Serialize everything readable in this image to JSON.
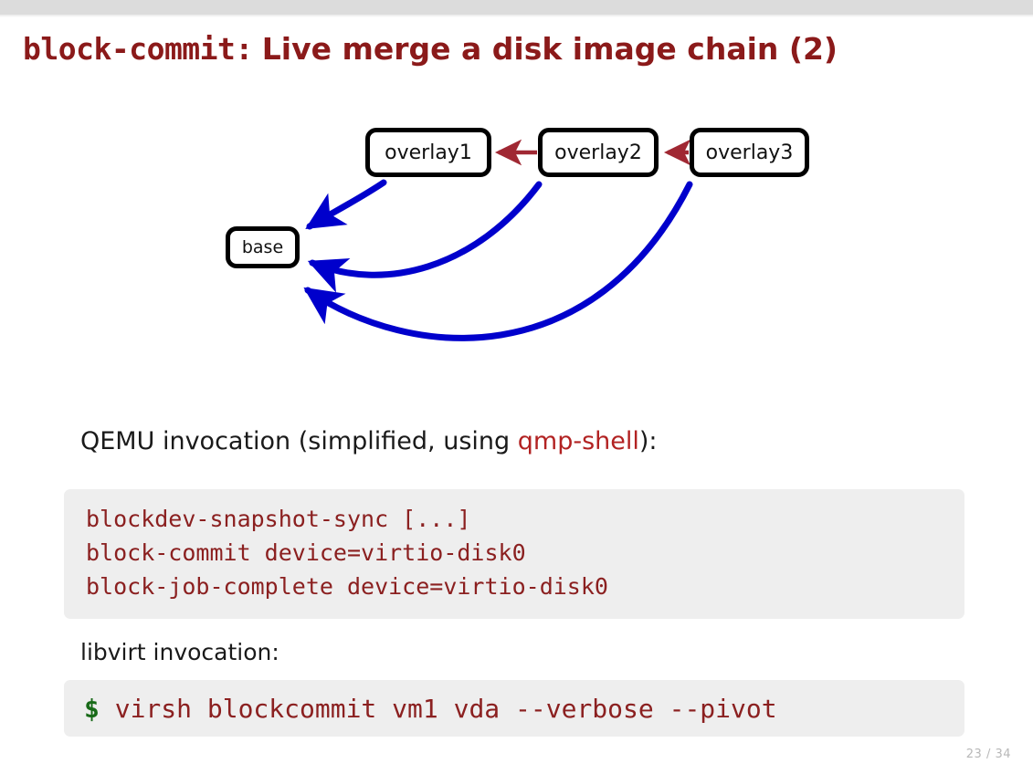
{
  "slide": {
    "title_mono": "block-commit:",
    "title_rest": "Live merge a disk image chain (2)",
    "title_color": "#8b1a1a",
    "page_number": "23 / 34"
  },
  "diagram": {
    "nodes": [
      {
        "id": "overlay1",
        "label": "overlay1"
      },
      {
        "id": "overlay2",
        "label": "overlay2"
      },
      {
        "id": "overlay3",
        "label": "overlay3"
      },
      {
        "id": "base",
        "label": "base"
      }
    ],
    "backing_arrow_color": "#a02833",
    "commit_arrow_color": "#0000cc",
    "backing_edges": [
      {
        "from": "overlay2",
        "to": "overlay1"
      },
      {
        "from": "overlay3",
        "to": "overlay2"
      }
    ],
    "commit_edges": [
      {
        "from": "overlay1",
        "to": "base"
      },
      {
        "from": "overlay2",
        "to": "base"
      },
      {
        "from": "overlay3",
        "to": "base"
      }
    ]
  },
  "qemu": {
    "caption_prefix": "QEMU invocation (simplified, using ",
    "caption_code": "qmp-shell",
    "caption_suffix": "):",
    "code_lines": [
      "blockdev-snapshot-sync [...]",
      "block-commit device=virtio-disk0",
      "block-job-complete device=virtio-disk0"
    ],
    "code_text": "blockdev-snapshot-sync [...]\nblock-commit device=virtio-disk0\nblock-job-complete device=virtio-disk0"
  },
  "libvirt": {
    "caption": "libvirt invocation:",
    "prompt": "$",
    "command": " virsh blockcommit vm1 vda --verbose --pivot"
  }
}
